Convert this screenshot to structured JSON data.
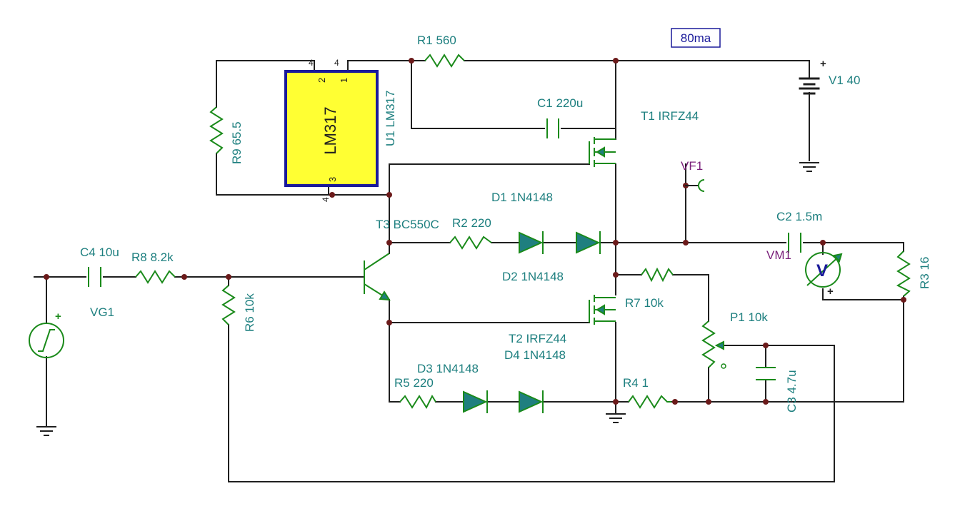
{
  "annotation": "80ma",
  "components": {
    "r1": "R1 560",
    "r2": "R2 220",
    "r3": "R3 16",
    "r4": "R4 1",
    "r5": "R5 220",
    "r6": "R6 10k",
    "r7": "R7 10k",
    "r8": "R8 8.2k",
    "r9": "R9 65.5",
    "c1": "C1 220u",
    "c2": "C2 1.5m",
    "c3": "C3 4.7u",
    "c4": "C4 10u",
    "d1": "D1 1N4148",
    "d2": "D2 1N4148",
    "d3": "D3 1N4148",
    "d4": "D4 1N4148",
    "t1": "T1 IRFZ44",
    "t2": "T2 IRFZ44",
    "t3": "T3 BC550C",
    "u1": "U1 LM317",
    "p1": "P1 10k",
    "v1": "V1 40",
    "vg1": "VG1",
    "vf1": "VF1",
    "vm1": "VM1"
  },
  "chip": {
    "name": "LM317",
    "pin_in": "2",
    "pin_out": "1",
    "pin_adj": "3",
    "outer_pin_a": "4",
    "outer_pin_b": "4",
    "outer_pin_c": "4"
  },
  "symbols": {
    "plus": "+",
    "voltmeter": "V",
    "colors": {
      "wire": "#1f1f1f",
      "component": "#1a8a1a",
      "label": "#1d7f7f",
      "probe": "#7a1f7a",
      "chip_fill": "#ffff33",
      "chip_border": "#1a1a9a",
      "node": "#6b1a1a"
    }
  }
}
